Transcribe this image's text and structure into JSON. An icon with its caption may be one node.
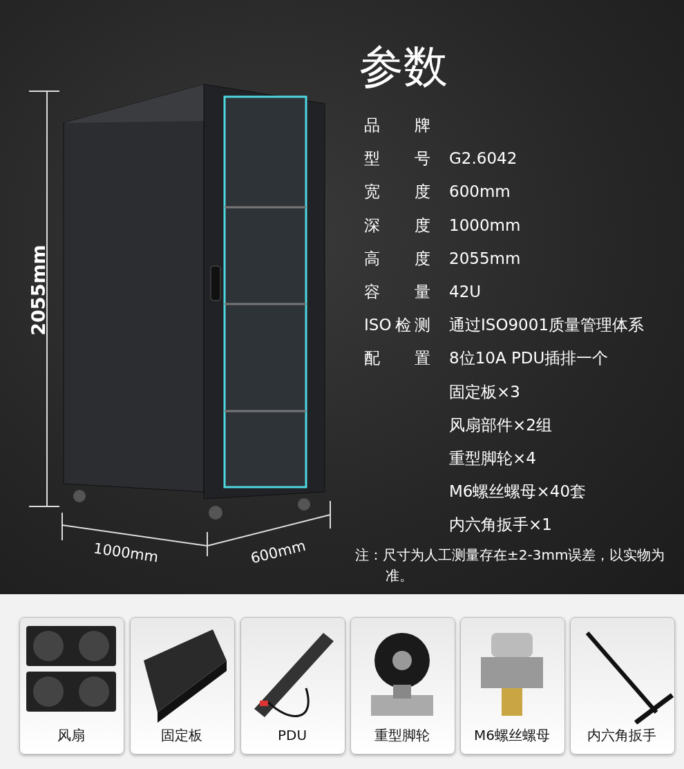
{
  "diagram": {
    "title": "参数",
    "labels": [
      "2055mm",
      "品牌",
      "型号",
      "G2.6042",
      "宽度",
      "600mm",
      "深度",
      "1000mm",
      "高度",
      "2055mm",
      "容量",
      "42U",
      "ISO检测",
      "通过ISO9001质量管理体系",
      "配置",
      "8位10A PDU插排一个",
      "固定板×3",
      "风扇部件×2组",
      "重型脚轮×4",
      "M6螺丝螺母×40套",
      "内六角扳手×1",
      "1000mm",
      "600mm",
      "注：尺寸为人工测量存在±2-3mm误差，以实物为准。",
      "风扇",
      "固定板",
      "PDU",
      "重型脚轮",
      "M6螺丝螺母",
      "内六角扳手"
    ]
  }
}
